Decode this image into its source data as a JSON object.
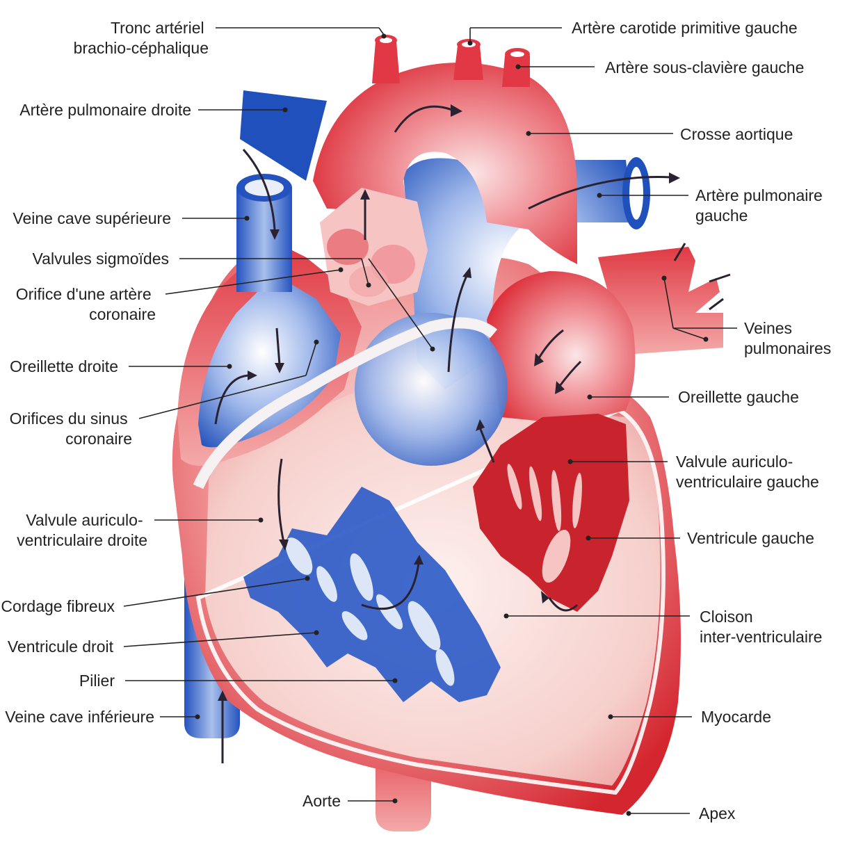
{
  "labels": {
    "tronc_arteriel": [
      "Tronc artériel",
      "brachio-céphalique"
    ],
    "artere_carotide": [
      "Artère carotide primitive gauche"
    ],
    "artere_sous_claviere": [
      "Artère sous-clavière gauche"
    ],
    "artere_pulmonaire_droite": [
      "Artère pulmonaire droite"
    ],
    "crosse_aortique": [
      "Crosse aortique"
    ],
    "artere_pulmonaire_gauche": [
      "Artère pulmonaire",
      "gauche"
    ],
    "veine_cave_superieure": [
      "Veine cave supérieure"
    ],
    "valvules_sigmoides": [
      "Valvules sigmoïdes"
    ],
    "orifice_artere_coronaire": [
      "Orifice d'une artère",
      "coronaire"
    ],
    "veines_pulmonaires": [
      "Veines",
      "pulmonaires"
    ],
    "oreillette_droite": [
      "Oreillette droite"
    ],
    "oreillette_gauche": [
      "Oreillette gauche"
    ],
    "orifices_sinus": [
      "Orifices du sinus",
      "coronaire"
    ],
    "valvule_av_gauche": [
      "Valvule auriculo-",
      "ventriculaire gauche"
    ],
    "valvule_av_droite": [
      "Valvule auriculo-",
      "ventriculaire droite"
    ],
    "ventricule_gauche": [
      "Ventricule gauche"
    ],
    "cordage_fibreux": [
      "Cordage fibreux"
    ],
    "cloison": [
      "Cloison",
      "inter-ventriculaire"
    ],
    "ventricule_droit": [
      "Ventricule droit"
    ],
    "pilier": [
      "Pilier"
    ],
    "veine_cave_inferieure": [
      "Veine cave inférieure"
    ],
    "myocarde": [
      "Myocarde"
    ],
    "aorte": [
      "Aorte"
    ],
    "apex": [
      "Apex"
    ]
  },
  "colors": {
    "red_dark": "#c8202f",
    "red_mid": "#e4525a",
    "red_light": "#f6c4c2",
    "blue_dark": "#1f4fb8",
    "blue_mid": "#5b86d8",
    "blue_light": "#dce6f7",
    "label_text": "#222222"
  }
}
